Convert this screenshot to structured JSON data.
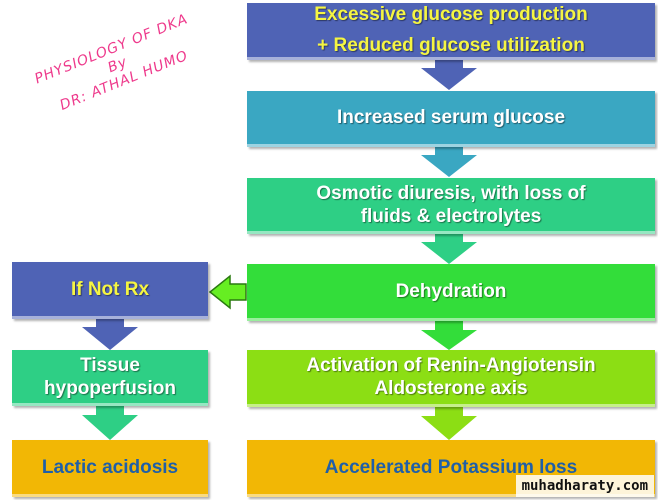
{
  "title": {
    "line1": "PHYSIOLOGY OF DKA",
    "line2": "By",
    "line3": "DR: ATHAL HUMO"
  },
  "boxes": {
    "b1": {
      "line1": "Excessive glucose production",
      "line2": "+ Reduced glucose utilization"
    },
    "b2": "Increased serum glucose",
    "b3": {
      "line1": "Osmotic diuresis, with loss of",
      "line2": "fluids & electrolytes"
    },
    "b4": "Dehydration",
    "b5": {
      "line1": "Activation of Renin-Angiotensin",
      "line2": "Aldosterone axis"
    },
    "b6": "Accelerated Potassium loss",
    "l1": "If Not Rx",
    "l2": {
      "line1": "Tissue",
      "line2": "hypoperfusion"
    },
    "l3": "Lactic acidosis"
  },
  "colors": {
    "blue": "#4f63b5",
    "teal": "#3aa7c2",
    "green": "#2ecf85",
    "brightgreen": "#33dd3a",
    "lime": "#8cde14",
    "gold": "#f2b705"
  },
  "watermark": "muhadharaty.com"
}
